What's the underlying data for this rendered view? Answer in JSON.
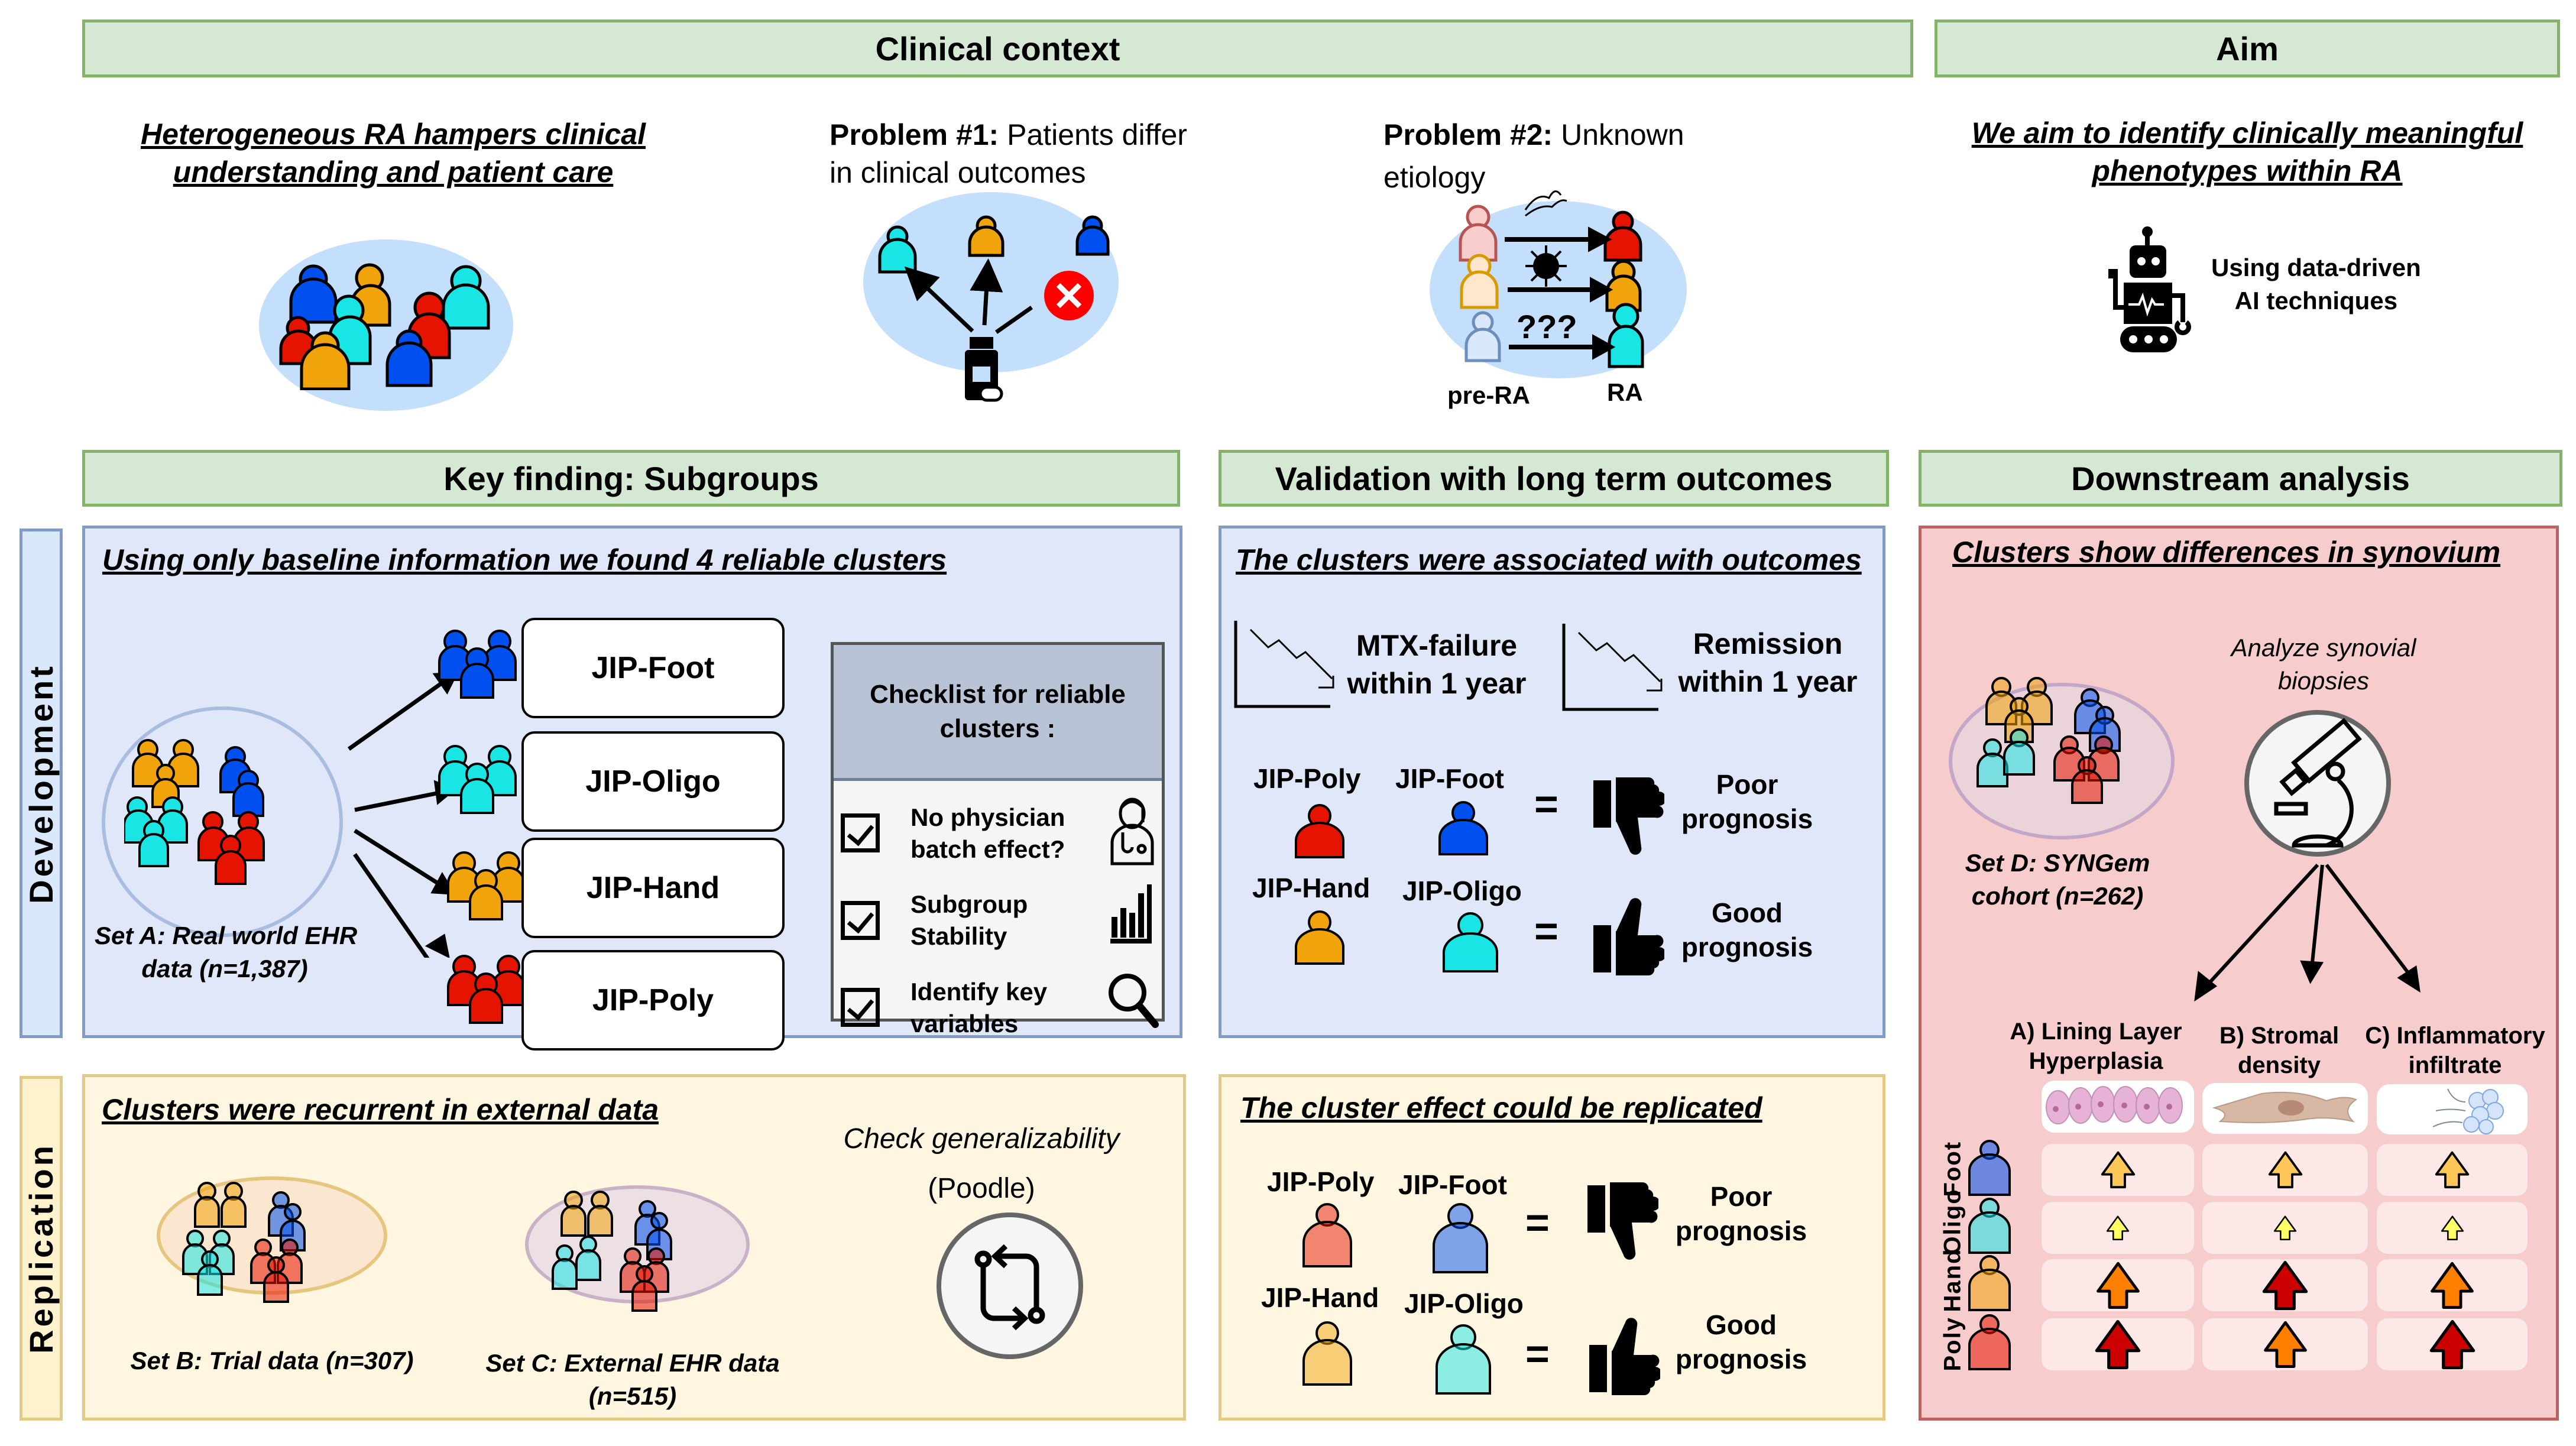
{
  "headers": {
    "clinical_context": "Clinical context",
    "aim": "Aim",
    "key_finding": "Key finding: Subgroups",
    "validation": "Validation with long term outcomes",
    "downstream": "Downstream analysis"
  },
  "row_labels": {
    "development": "Development",
    "replication": "Replication"
  },
  "clinical": {
    "heterogeneous_line1": "Heterogeneous RA hampers clinical",
    "heterogeneous_line2": "understanding and patient care",
    "problem1_bold": "Problem #1:",
    "problem1_rest": " Patients differ",
    "problem1_line2": "in clinical outcomes",
    "problem2_bold": "Problem #2:",
    "problem2_rest": " Unknown",
    "problem2_line2": "etiology",
    "unknown_cause": "???",
    "pre_ra": "pre-RA",
    "ra": "RA"
  },
  "aim": {
    "statement_line1": "We aim to identify clinically meaningful",
    "statement_line2": "phenotypes within RA",
    "method_line1": "Using data-driven",
    "method_line2": "AI techniques"
  },
  "development": {
    "title": "Using only baseline information we found 4 reliable clusters",
    "set_a_line1": "Set A: Real world EHR",
    "set_a_line2": "data (n=1,387)",
    "clusters": [
      {
        "label": "JIP-Foot",
        "color": "#0050ef"
      },
      {
        "label": "JIP-Oligo",
        "color": "#1ae5e5"
      },
      {
        "label": "JIP-Hand",
        "color": "#f0a30a"
      },
      {
        "label": "JIP-Poly",
        "color": "#e51400"
      }
    ],
    "checklist": {
      "title_line1": "Checklist for reliable",
      "title_line2": "clusters :",
      "items": [
        {
          "line1": "No physician",
          "line2": "batch effect?",
          "icon": "doctor-icon",
          "checked": true
        },
        {
          "line1": "Subgroup",
          "line2": "Stability",
          "icon": "bar-chart-icon",
          "checked": true
        },
        {
          "line1": "Identify key",
          "line2": "variables",
          "icon": "magnifier-icon",
          "checked": true
        }
      ]
    }
  },
  "validation": {
    "title": "The clusters were associated with outcomes",
    "outcome1_line1": "MTX-failure",
    "outcome1_line2": "within 1 year",
    "outcome2_line1": "Remission",
    "outcome2_line2": "within 1 year",
    "poor_groups": [
      "JIP-Poly",
      "JIP-Foot"
    ],
    "good_groups": [
      "JIP-Hand",
      "JIP-Oligo"
    ],
    "equals": "=",
    "poor_line1": "Poor",
    "poor_line2": "prognosis",
    "good_line1": "Good",
    "good_line2": "prognosis"
  },
  "replication": {
    "title": "Clusters were recurrent in external data",
    "set_b": "Set B: Trial data (n=307)",
    "set_c_line1": "Set C: External EHR data",
    "set_c_line2": "(n=515)",
    "generalizability_line1": "Check generalizability",
    "generalizability_line2": "(Poodle)"
  },
  "replication_validation": {
    "title": "The cluster effect could be replicated",
    "poor_groups": [
      "JIP-Poly",
      "JIP-Foot"
    ],
    "good_groups": [
      "JIP-Hand",
      "JIP-Oligo"
    ],
    "equals": "=",
    "poor_line1": "Poor",
    "poor_line2": "prognosis",
    "good_line1": "Good",
    "good_line2": "prognosis"
  },
  "downstream": {
    "title": "Clusters show differences in synovium",
    "analyze_line1": "Analyze synovial",
    "analyze_line2": "biopsies",
    "set_d_line1": "Set D: SYNGem",
    "set_d_line2": "cohort (n=262)",
    "features": [
      {
        "line1": "A) Lining Layer",
        "line2": "Hyperplasia"
      },
      {
        "line1": "B) Stromal",
        "line2": "density"
      },
      {
        "line1": "C) Inflammatory",
        "line2": "infiltrate"
      }
    ],
    "rows": [
      {
        "label": "Foot",
        "color": "#0050ef",
        "levels": [
          "moderate",
          "moderate",
          "moderate"
        ]
      },
      {
        "label": "Oligo",
        "color": "#1ae5e5",
        "levels": [
          "low",
          "low",
          "low"
        ]
      },
      {
        "label": "Hand",
        "color": "#f0a30a",
        "levels": [
          "high",
          "very-high",
          "high"
        ]
      },
      {
        "label": "Poly",
        "color": "#e51400",
        "levels": [
          "very-high",
          "high",
          "very-high"
        ]
      }
    ],
    "level_colors": {
      "low": "#ffff66",
      "moderate": "#ffc658",
      "high": "#ff8000",
      "very-high": "#cc0000"
    }
  }
}
